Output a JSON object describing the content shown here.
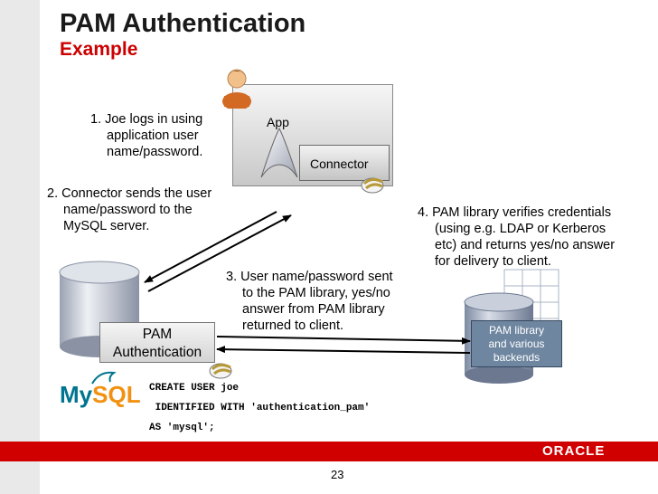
{
  "slide": {
    "title": "PAM Authentication",
    "subtitle": "Example",
    "page_number": "23",
    "brand": "ORACLE"
  },
  "steps": {
    "step1": [
      "1. Joe logs in using",
      "application user",
      "name/password."
    ],
    "step2": [
      "2. Connector sends the user",
      "name/password to the",
      "MySQL server."
    ],
    "step3": [
      "3. User name/password sent",
      "to the PAM library, yes/no",
      "answer from PAM library",
      "returned to client."
    ],
    "step4": [
      "4. PAM library verifies credentials",
      "(using e.g. LDAP or Kerberos",
      "etc) and returns yes/no answer",
      "for delivery to client."
    ]
  },
  "components": {
    "app_label": "App",
    "connector_label": "Connector",
    "pam_label_line1": "PAM",
    "pam_label_line2": "Authentication",
    "backend_line1": "PAM library",
    "backend_line2": "and various",
    "backend_line3": "backends"
  },
  "code": {
    "line1": "CREATE USER joe",
    "line2": " IDENTIFIED WITH 'authentication_pam'",
    "line3": "AS 'mysql';"
  },
  "logo": {
    "my": "My",
    "sql": "SQL"
  },
  "colors": {
    "accent_red": "#cc0000",
    "band_red": "#d00000",
    "backend_blue": "#6f86a0"
  }
}
